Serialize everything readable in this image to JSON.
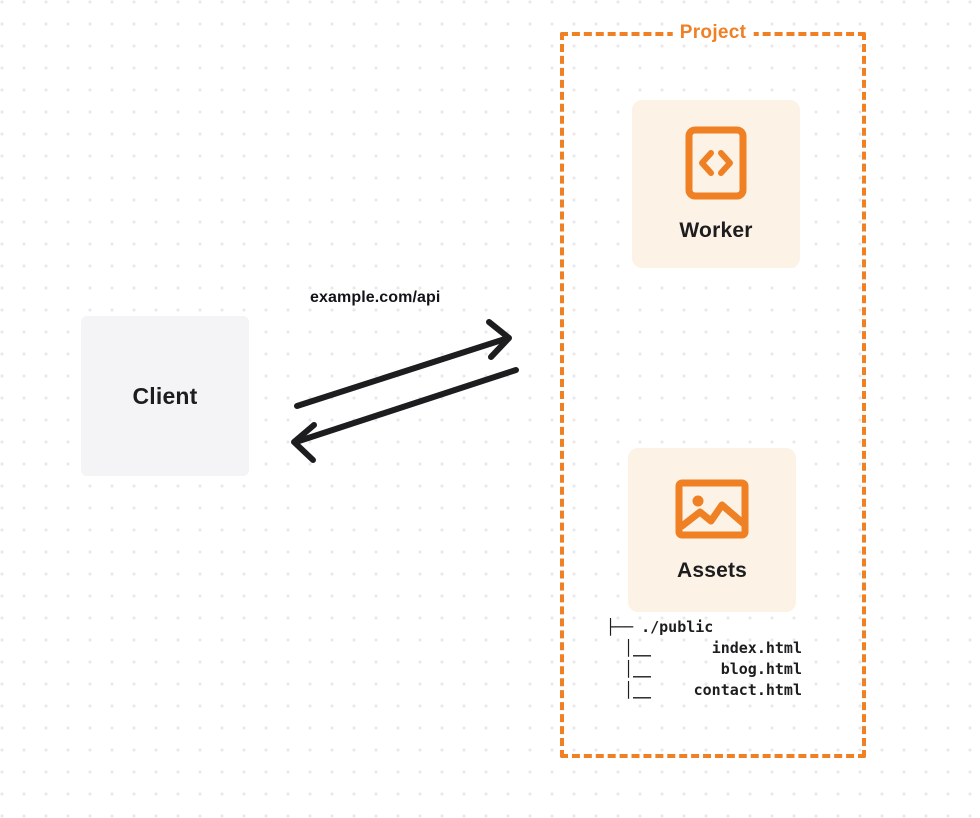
{
  "diagram": {
    "background": "dot-grid",
    "colors": {
      "accent_orange": "#ef8024",
      "card_background": "#fdf2e6",
      "client_background": "#f4f4f6",
      "text_dark": "#1d1d1f",
      "dot_grid": "#e9e9ec"
    }
  },
  "client": {
    "label": "Client"
  },
  "connection": {
    "label": "example.com/api",
    "request_arrow": "arrow-right",
    "response_arrow": "arrow-left"
  },
  "project": {
    "title": "Project",
    "border_style": "dashed",
    "services": [
      {
        "label": "Worker",
        "icon": "code-brackets-icon"
      },
      {
        "label": "Assets",
        "icon": "image-icon"
      }
    ],
    "file_tree": [
      {
        "branch": "├──",
        "name": "./public",
        "level": "root"
      },
      {
        "branch": "│__",
        "name": "index.html",
        "level": "child"
      },
      {
        "branch": "│__",
        "name": "blog.html",
        "level": "child"
      },
      {
        "branch": "│__",
        "name": "contact.html",
        "level": "child"
      }
    ]
  }
}
